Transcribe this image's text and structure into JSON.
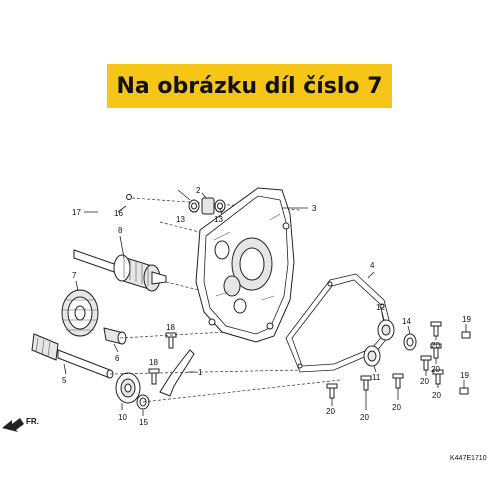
{
  "banner": {
    "text": "Na obrázku díl číslo 7"
  },
  "diagram_code": "K447E1710",
  "direction_label": "FR.",
  "callouts": {
    "c1": "1",
    "c2": "2",
    "c3": "3",
    "c4": "4",
    "c5": "5",
    "c6": "6",
    "c7": "7",
    "c8": "8",
    "c10": "10",
    "c11": "11",
    "c12": "12",
    "c13a": "13",
    "c13b": "13",
    "c14": "14",
    "c15": "15",
    "c16": "16",
    "c17": "17",
    "c18a": "18",
    "c18b": "18",
    "c19a": "19",
    "c19b": "19",
    "c20a": "20",
    "c20b": "20",
    "c20c": "20",
    "c20d": "20",
    "c20e": "20",
    "c20f": "20",
    "c20g": "20"
  }
}
